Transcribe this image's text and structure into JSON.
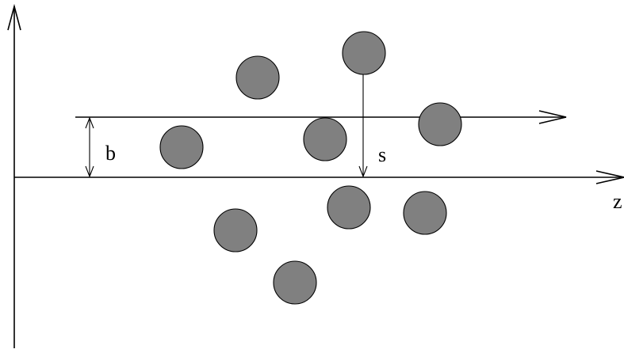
{
  "labels": {
    "impact_parameter": "b",
    "distance": "s",
    "axis": "z"
  },
  "colors": {
    "particle_fill": "#808080",
    "line": "#000000",
    "background": "#ffffff"
  }
}
